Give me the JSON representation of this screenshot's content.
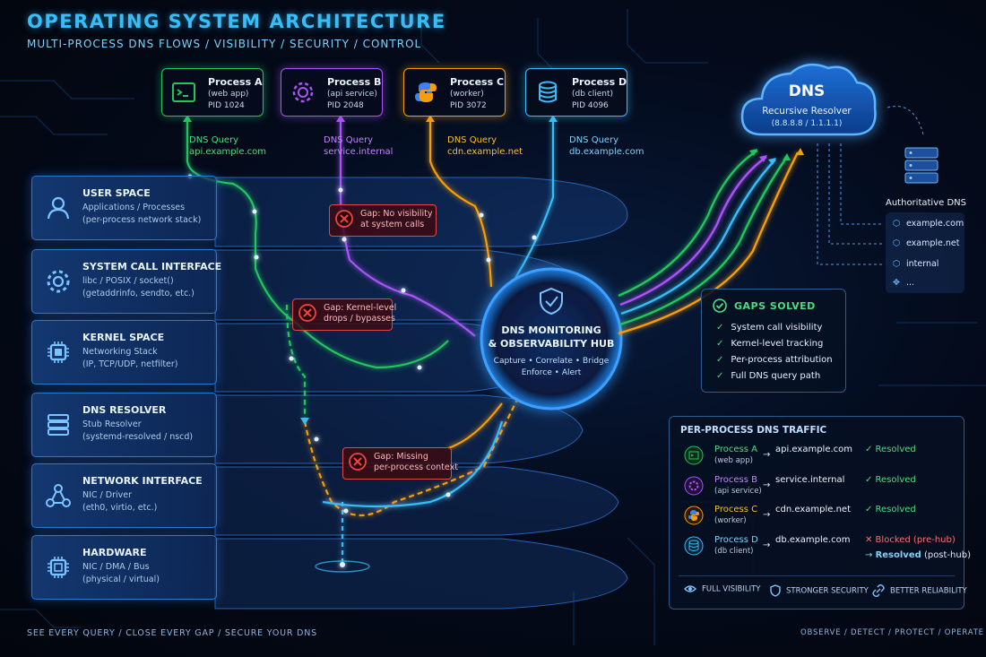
{
  "header": {
    "title": "OPERATING SYSTEM ARCHITECTURE",
    "subtitle": "MULTI-PROCESS DNS FLOWS  /  VISIBILITY  /  SECURITY  /  CONTROL"
  },
  "processes": [
    {
      "name": "Process A",
      "sub": "(web app)",
      "pid": "PID 1024",
      "icon": "terminal-icon",
      "color": "#22c55e",
      "query_label": "DNS Query",
      "query_domain": "api.example.com"
    },
    {
      "name": "Process B",
      "sub": "(api service)",
      "pid": "PID 2048",
      "icon": "gear-icon",
      "color": "#a855f7",
      "query_label": "DNS Query",
      "query_domain": "service.internal"
    },
    {
      "name": "Process C",
      "sub": "(worker)",
      "pid": "PID 3072",
      "icon": "python-icon",
      "color": "#f59e0b",
      "query_label": "DNS Query",
      "query_domain": "cdn.example.net"
    },
    {
      "name": "Process D",
      "sub": "(db client)",
      "pid": "PID 4096",
      "icon": "database-icon",
      "color": "#38bdf8",
      "query_label": "DNS Query",
      "query_domain": "db.example.com"
    }
  ],
  "layers": [
    {
      "title": "USER SPACE",
      "line1": "Applications / Processes",
      "line2": "(per-process network stack)",
      "icon": "user-icon"
    },
    {
      "title": "SYSTEM CALL INTERFACE",
      "line1": "libc / POSIX / socket()",
      "line2": "(getaddrinfo, sendto, etc.)",
      "icon": "gear-icon"
    },
    {
      "title": "KERNEL SPACE",
      "line1": "Networking Stack",
      "line2": "(IP, TCP/UDP, netfilter)",
      "icon": "cpu-icon"
    },
    {
      "title": "DNS RESOLVER",
      "line1": "Stub Resolver",
      "line2": "(systemd-resolved / nscd)",
      "icon": "server-icon"
    },
    {
      "title": "NETWORK INTERFACE",
      "line1": "NIC / Driver",
      "line2": "(eth0, virtio, etc.)",
      "icon": "network-icon"
    },
    {
      "title": "HARDWARE",
      "line1": "NIC / DMA / Bus",
      "line2": "(physical / virtual)",
      "icon": "chip-icon"
    }
  ],
  "gaps": [
    {
      "line1": "Gap: No visibility",
      "line2": "at system calls"
    },
    {
      "line1": "Gap: Kernel-level",
      "line2": "drops / bypasses"
    },
    {
      "line1": "Gap: Missing",
      "line2": "per-process context"
    }
  ],
  "hub": {
    "title1": "DNS MONITORING",
    "title2": "& OBSERVABILITY HUB",
    "caps1": "Capture  •  Correlate  •  Bridge",
    "caps2": "Enforce  •  Alert"
  },
  "dns": {
    "title": "DNS",
    "subtitle": "Recursive Resolver",
    "servers": "(8.8.8.8 / 1.1.1.1)"
  },
  "authoritative": {
    "title": "Authoritative DNS",
    "entries": [
      "example.com",
      "example.net",
      "internal",
      "..."
    ]
  },
  "gaps_solved": {
    "title": "GAPS SOLVED",
    "items": [
      "System call visibility",
      "Kernel-level tracking",
      "Per-process attribution",
      "Full DNS query path"
    ]
  },
  "traffic": {
    "title": "PER-PROCESS DNS TRAFFIC",
    "rows": [
      {
        "name": "Process A",
        "sub": "(web app)",
        "domain": "api.example.com",
        "status": "✓ Resolved",
        "status_color": "#4ade80",
        "color": "#22c55e"
      },
      {
        "name": "Process B",
        "sub": "(api service)",
        "domain": "service.internal",
        "status": "✓ Resolved",
        "status_color": "#4ade80",
        "color": "#a855f7"
      },
      {
        "name": "Process C",
        "sub": "(worker)",
        "domain": "cdn.example.net",
        "status": "✓ Resolved",
        "status_color": "#4ade80",
        "color": "#f59e0b"
      },
      {
        "name": "Process D",
        "sub": "(db client)",
        "domain": "db.example.com",
        "status": "✕ Blocked (pre-hub)",
        "status_color": "#f87171",
        "status2_bold": "Resolved",
        "status2_rest": " (post-hub)",
        "color": "#38bdf8"
      }
    ],
    "footer": [
      "FULL VISIBILITY",
      "STRONGER SECURITY",
      "BETTER RELIABILITY"
    ]
  },
  "footer": {
    "left": "SEE EVERY QUERY   /   CLOSE EVERY GAP   /   SECURE YOUR DNS",
    "right": "OBSERVE  /  DETECT  /  PROTECT  /  OPERATE"
  }
}
